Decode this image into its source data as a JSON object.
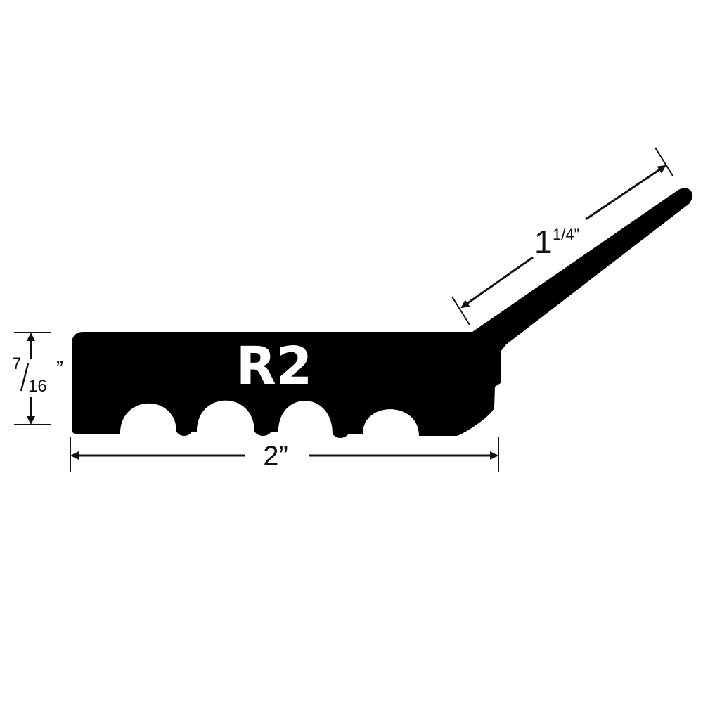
{
  "profile": {
    "label": "R2"
  },
  "dimensions": {
    "width": {
      "text": "2”"
    },
    "height": {
      "numerator": "7",
      "denominator": "16",
      "unit": "”"
    },
    "flap": {
      "whole": "1",
      "fraction": "1/4”"
    }
  },
  "colors": {
    "profile_fill": "#000000",
    "label": "#ffffff",
    "dimension_line": "#111111",
    "background": "#ffffff"
  }
}
